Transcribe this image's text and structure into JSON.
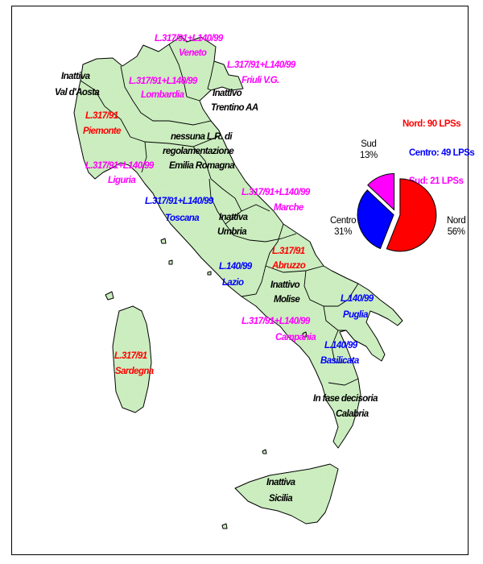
{
  "colors": {
    "land": "#ccefc0",
    "border": "#000000",
    "L317": "#ff0000",
    "L140": "#0000ff",
    "both": "#ff00ff",
    "none": "#000000",
    "nord": "#ff0000",
    "centro": "#0000ff",
    "sud": "#ff00ff"
  },
  "regions": [
    {
      "id": "veneto",
      "law": "L.317/91+L140/99",
      "name": "Veneto",
      "color": "both"
    },
    {
      "id": "friuli",
      "law": "L.317/91+L140/99",
      "name": "Friuli V.G.",
      "color": "both"
    },
    {
      "id": "lombardia",
      "law": "L.317/91+L140/99",
      "name": "Lombardia",
      "color": "both"
    },
    {
      "id": "valdaosta",
      "law": "Inattiva",
      "name": "Val d'Aosta",
      "color": "none"
    },
    {
      "id": "trentino",
      "law": "Inattivo",
      "name": "Trentino AA",
      "color": "none"
    },
    {
      "id": "piemonte",
      "law": "L.317/91",
      "name": "Piemonte",
      "color": "L317"
    },
    {
      "id": "emilia",
      "law": "nessuna L.R. di",
      "law2": "regolamentazione",
      "name": "Emilia Romagna",
      "color": "none"
    },
    {
      "id": "liguria",
      "law": "L.317/91+L140/99",
      "name": "Liguria",
      "color": "both"
    },
    {
      "id": "marche",
      "law": "L.317/91+L140/99",
      "name": "Marche",
      "color": "both"
    },
    {
      "id": "toscana",
      "law": "L.317/91+L140/99",
      "name": "Toscana",
      "color": "L140"
    },
    {
      "id": "umbria",
      "law": "Inattiva",
      "name": "Umbria",
      "color": "none"
    },
    {
      "id": "abruzzo",
      "law": "L.317/91",
      "name": "Abruzzo",
      "color": "L317"
    },
    {
      "id": "lazio",
      "law": "L.140/99",
      "name": "Lazio",
      "color": "L140"
    },
    {
      "id": "molise",
      "law": "Inattivo",
      "name": "Molise",
      "color": "none"
    },
    {
      "id": "puglia",
      "law": "L.140/99",
      "name": "Puglia",
      "color": "L140"
    },
    {
      "id": "campania",
      "law": "L.317/91+L140/99",
      "name": "Campania",
      "color": "both"
    },
    {
      "id": "basilicata",
      "law": "L.140/99",
      "name": "Basilicata",
      "color": "L140"
    },
    {
      "id": "sardegna",
      "law": "L.317/91",
      "name": "Sardegna",
      "color": "L317"
    },
    {
      "id": "calabria",
      "law": "In fase decisoria",
      "name": "Calabria",
      "color": "none"
    },
    {
      "id": "sicilia",
      "law": "Inattiva",
      "name": "Sicilia",
      "color": "none"
    }
  ],
  "legend": [
    {
      "text": "Nord: 90 LPSs",
      "color": "nord"
    },
    {
      "text": "Centro: 49 LPSs",
      "color": "centro"
    },
    {
      "text": "Sud: 21 LPSs",
      "color": "sud"
    }
  ],
  "chart_data": {
    "type": "pie",
    "labels": [
      "Nord",
      "Centro",
      "Sud"
    ],
    "values": [
      56,
      31,
      13
    ],
    "counts": [
      90,
      49,
      21
    ],
    "pct_labels": [
      "56%",
      "31%",
      "13%"
    ]
  }
}
